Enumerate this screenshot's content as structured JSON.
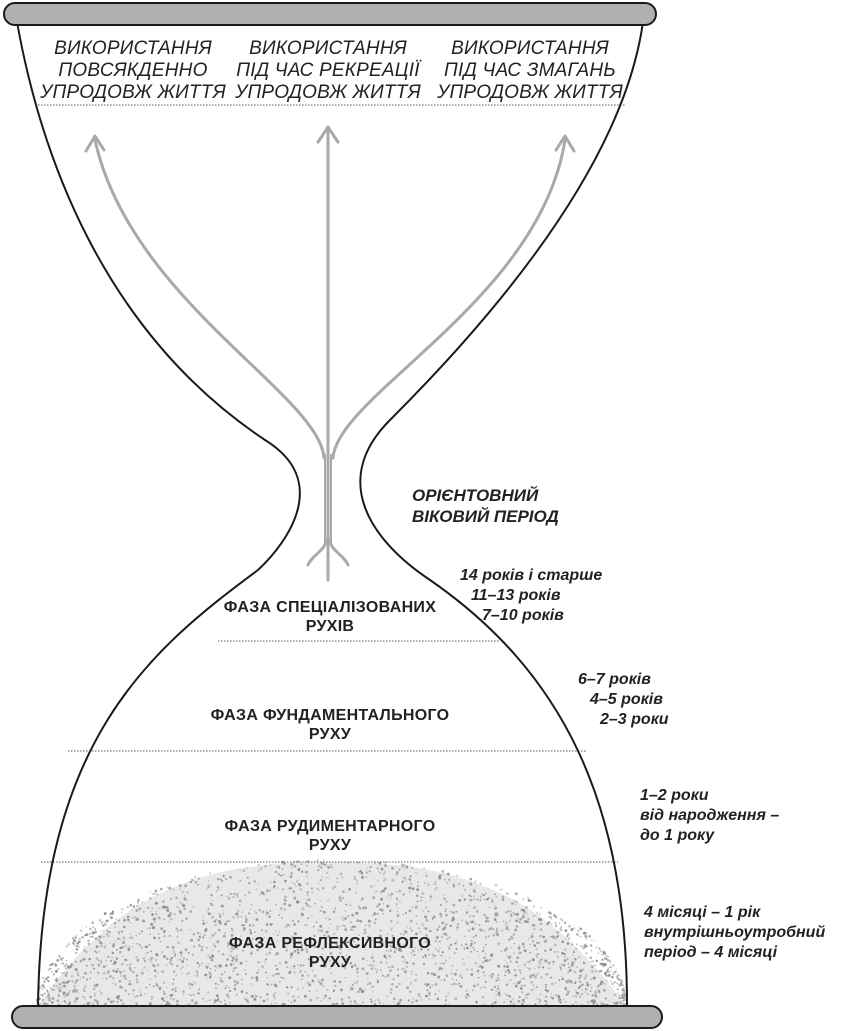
{
  "usage_columns": [
    {
      "lines": [
        "ВИКОРИСТАННЯ",
        "ПОВСЯКДЕННО",
        "УПРОДОВЖ ЖИТТЯ"
      ]
    },
    {
      "lines": [
        "ВИКОРИСТАННЯ",
        "ПІД ЧАС РЕКРЕАЦІЇ",
        "УПРОДОВЖ ЖИТТЯ"
      ]
    },
    {
      "lines": [
        "ВИКОРИСТАННЯ",
        "ПІД ЧАС ЗМАГАНЬ",
        "УПРОДОВЖ ЖИТТЯ"
      ]
    }
  ],
  "age_heading": [
    "ОРІЄНТОВНИЙ",
    "ВІКОВИЙ ПЕРІОД"
  ],
  "phases": [
    {
      "lines": [
        "ФАЗА СПЕЦІАЛІЗОВАНИХ",
        "РУХІВ"
      ]
    },
    {
      "lines": [
        "ФАЗА ФУНДАМЕНТАЛЬНОГО",
        "РУХУ"
      ]
    },
    {
      "lines": [
        "ФАЗА РУДИМЕНТАРНОГО",
        "РУХУ"
      ]
    },
    {
      "lines": [
        "ФАЗА РЕФЛЕКСИВНОГО",
        "РУХУ"
      ]
    }
  ],
  "age_groups": [
    {
      "lines": [
        "14 років і старше",
        "11–13 років",
        "7–10 років"
      ]
    },
    {
      "lines": [
        "6–7 років",
        "4–5 років",
        "2–3 роки"
      ]
    },
    {
      "lines": [
        "1–2 роки",
        "від народження –",
        "до 1 року"
      ]
    },
    {
      "lines": [
        "4 місяці – 1 рік",
        "внутрішньоутробний",
        "період – 4 місяці"
      ]
    }
  ],
  "colors": {
    "outline": "#1a1a1a",
    "plate": "#b0b0b0",
    "arrow": "#a9a9a9",
    "sand": "#8a8a8a",
    "divider": "#555555"
  }
}
